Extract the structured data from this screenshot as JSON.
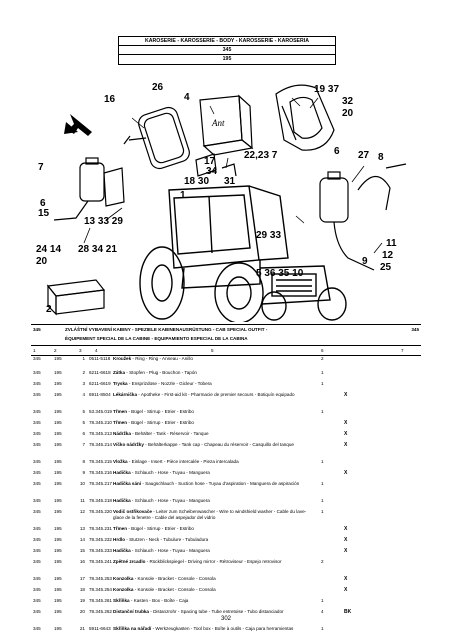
{
  "header": {
    "line1": "KAROSERIE - KAROSSERIE - BODY - KAROSSERIE - KAROSERIA",
    "line2": "345",
    "line3": "195"
  },
  "figure": {
    "callouts": [
      "26",
      "16",
      "4",
      "19 37",
      "32",
      "20",
      "17",
      "34",
      "18 30",
      "31",
      "22,23 7",
      "6",
      "27",
      "8",
      "7",
      "6",
      "15",
      "13 33 29",
      "1",
      "29 33",
      "11",
      "12",
      "24 14",
      "28 34 21",
      "20",
      "5 36 35 10",
      "9",
      "25",
      "2"
    ]
  },
  "section": {
    "code_left": "345",
    "code_right": "345",
    "title_line1": "ZVLÁŠTNÍ VYBAVENÍ KABINY - SPEZIELE KABINENAUSRÜSTUNG - CAB SPECIAL OUTFIT -",
    "title_line2": "ÉQUIPEMENT SPECIAL DE LA CABINE - EQUIPAMIENTO ESPECIAL DE LA CABINA"
  },
  "columns": [
    "1",
    "2",
    "3",
    "4",
    "5",
    "6",
    "7"
  ],
  "rows": [
    {
      "a": "345",
      "b": "195",
      "n": "1",
      "part": "0511-5118",
      "bold": "Kroužek",
      "desc": " - Ring - Ring - Anneau - Anillo",
      "qty": "2",
      "mark": ""
    },
    {
      "a": "345",
      "b": "195",
      "n": "2",
      "part": "6211-6618",
      "bold": "Zátka",
      "desc": " - Stopfen - Plug - Bouchon - Tapón",
      "qty": "1",
      "mark": ""
    },
    {
      "a": "345",
      "b": "195",
      "n": "3",
      "part": "6211-6619",
      "bold": "Tryska",
      "desc": " - Ensprizdüse - Nozzle - Gicleur - Tobera",
      "qty": "1",
      "mark": ""
    },
    {
      "a": "345",
      "b": "195",
      "n": "4",
      "part": "6911-8504",
      "bold": "Lékárnička",
      "desc": " - Apotheke - First-aid kit - Pharmacie de premier secours - Botiquín equipado",
      "qty": "",
      "mark": "X"
    },
    {
      "a": "345",
      "b": "195",
      "n": "5",
      "part": "53.345.019",
      "bold": "Třmen",
      "desc": " - Bügel - Stirrup - Etrier - Estribo",
      "qty": "1",
      "mark": ""
    },
    {
      "a": "345",
      "b": "195",
      "n": "5",
      "part": "78.345.210",
      "bold": "Třmen",
      "desc": " - Bügel - Stirrup - Etrier - Estribo",
      "qty": "",
      "mark": "X"
    },
    {
      "a": "345",
      "b": "195",
      "n": "6",
      "part": "78.345.213",
      "bold": "Nádržka",
      "desc": " - Behälter - Tank - Réservoir - Tanque",
      "qty": "",
      "mark": "X"
    },
    {
      "a": "345",
      "b": "195",
      "n": "7",
      "part": "78.345.214",
      "bold": "Víčko nádržky",
      "desc": " - Behälterkappe - Tank cap - Chapeau du réservoir - Casquillo del tanque",
      "qty": "",
      "mark": "X"
    },
    {
      "a": "345",
      "b": "195",
      "n": "8",
      "part": "78.345.215",
      "bold": "Vložka",
      "desc": " - Einlage - Insert - Pièce intercalée - Pieza intercalada",
      "qty": "1",
      "mark": ""
    },
    {
      "a": "345",
      "b": "195",
      "n": "9",
      "part": "78.345.216",
      "bold": "Hadička",
      "desc": " - Schlauch - Hose - Tuyau - Manguera",
      "qty": "",
      "mark": "X"
    },
    {
      "a": "345",
      "b": "195",
      "n": "10",
      "part": "78.345.217",
      "bold": "Hadička sání",
      "desc": " - Saugschlauch - Suction hose - Tuyau d'aspiration - Manguera de aspiración",
      "qty": "1",
      "mark": ""
    },
    {
      "a": "345",
      "b": "195",
      "n": "11",
      "part": "78.345.218",
      "bold": "Hadička",
      "desc": " - Schlauch - Hose - Tuyau - Manguera",
      "qty": "1",
      "mark": ""
    },
    {
      "a": "345",
      "b": "195",
      "n": "12",
      "part": "78.345.220",
      "bold": "Vodič ostřikovače",
      "desc": " - Leiter zum Scheibenwascher - Wire to windshield washer - Cable du lave-glace de la fenetre - Cable del aspejador del vidrio",
      "qty": "1",
      "mark": ""
    },
    {
      "a": "345",
      "b": "195",
      "n": "13",
      "part": "78.345.231",
      "bold": "Třmen",
      "desc": " - Bügel - Stirrup - Etrier - Estribo",
      "qty": "",
      "mark": "X"
    },
    {
      "a": "345",
      "b": "195",
      "n": "14",
      "part": "78.345.232",
      "bold": "Hrdlo",
      "desc": " - Stutzen - Neck - Tubulure - Tubuladura",
      "qty": "",
      "mark": "X"
    },
    {
      "a": "345",
      "b": "195",
      "n": "15",
      "part": "78.345.233",
      "bold": "Hadička",
      "desc": " - Schlauch - Hose - Tuyau - Manguera",
      "qty": "",
      "mark": "X"
    },
    {
      "a": "345",
      "b": "195",
      "n": "16",
      "part": "78.345.241",
      "bold": "Zpětné zrcadlo",
      "desc": " - Rückblickspiegel - Driving mirror - Rétroviseur - Espejo retrovisor",
      "qty": "2",
      "mark": ""
    },
    {
      "a": "345",
      "b": "195",
      "n": "17",
      "part": "78.345.253",
      "bold": "Konzolka",
      "desc": " - Konsole - Bracket - Console - Consola",
      "qty": "",
      "mark": "X"
    },
    {
      "a": "345",
      "b": "195",
      "n": "18",
      "part": "78.345.254",
      "bold": "Konzolka",
      "desc": " - Konsole - Bracket - Console - Consola",
      "qty": "",
      "mark": "X"
    },
    {
      "a": "345",
      "b": "195",
      "n": "19",
      "part": "78.345.261",
      "bold": "Skříňka",
      "desc": " - Kasten - Box - Boîte - Caja",
      "qty": "1",
      "mark": ""
    },
    {
      "a": "345",
      "b": "195",
      "n": "20",
      "part": "78.345.262",
      "bold": "Distanční trubka",
      "desc": " - Distanzrohr - Spacing tube - Tube entretoise - Tubo distanciador",
      "qty": "4",
      "mark": "BK"
    },
    {
      "a": "345",
      "b": "195",
      "n": "21",
      "part": "5911-6643",
      "bold": "Skříňka na nářadí",
      "desc": " - Werkzeugkasten - Tool box - Boîte à outils - Caja para herramientas",
      "qty": "1",
      "mark": ""
    }
  ],
  "page_number": "302"
}
